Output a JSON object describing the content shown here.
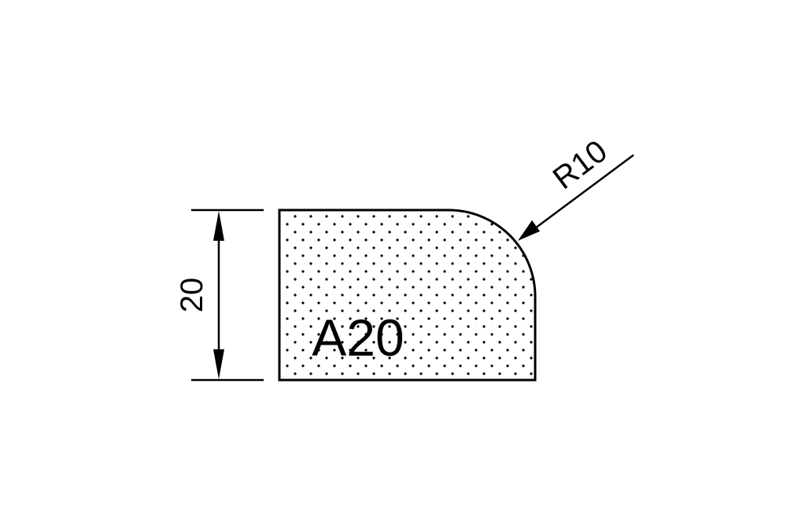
{
  "diagram": {
    "profile_label": "A20",
    "height_dimension": "20",
    "radius_callout": "R10",
    "colors": {
      "line": "#000000",
      "fill_dots": "#000000",
      "background": "#ffffff"
    }
  }
}
